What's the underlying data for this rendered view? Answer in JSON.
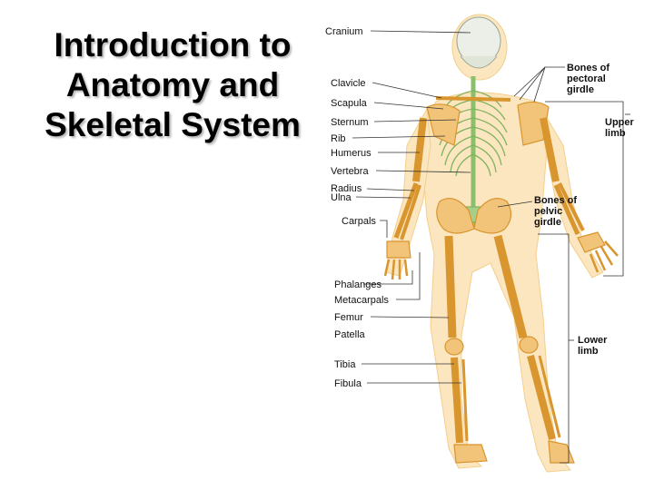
{
  "title_lines": [
    "Introduction to",
    "Anatomy and",
    "Skeletal System"
  ],
  "labels": {
    "cranium": "Cranium",
    "clavicle": "Clavicle",
    "scapula": "Scapula",
    "sternum": "Sternum",
    "rib": "Rib",
    "humerus": "Humerus",
    "vertebra": "Vertebra",
    "radius": "Radius",
    "ulna": "Ulna",
    "carpals": "Carpals",
    "phalanges": "Phalanges",
    "metacarpals": "Metacarpals",
    "femur": "Femur",
    "patella": "Patella",
    "tibia": "Tibia",
    "fibula": "Fibula"
  },
  "groups": {
    "pectoral": [
      "Bones of",
      "pectoral",
      "girdle"
    ],
    "upper": [
      "Upper",
      "limb"
    ],
    "pelvic": [
      "Bones of",
      "pelvic",
      "girdle"
    ],
    "lower": [
      "Lower",
      "limb"
    ]
  },
  "colors": {
    "bone": "#f2c47a",
    "bone_edge": "#d9952e",
    "body": "#fbe6bf",
    "axial": "#a7cf8a",
    "skull": "#ecefe8"
  }
}
